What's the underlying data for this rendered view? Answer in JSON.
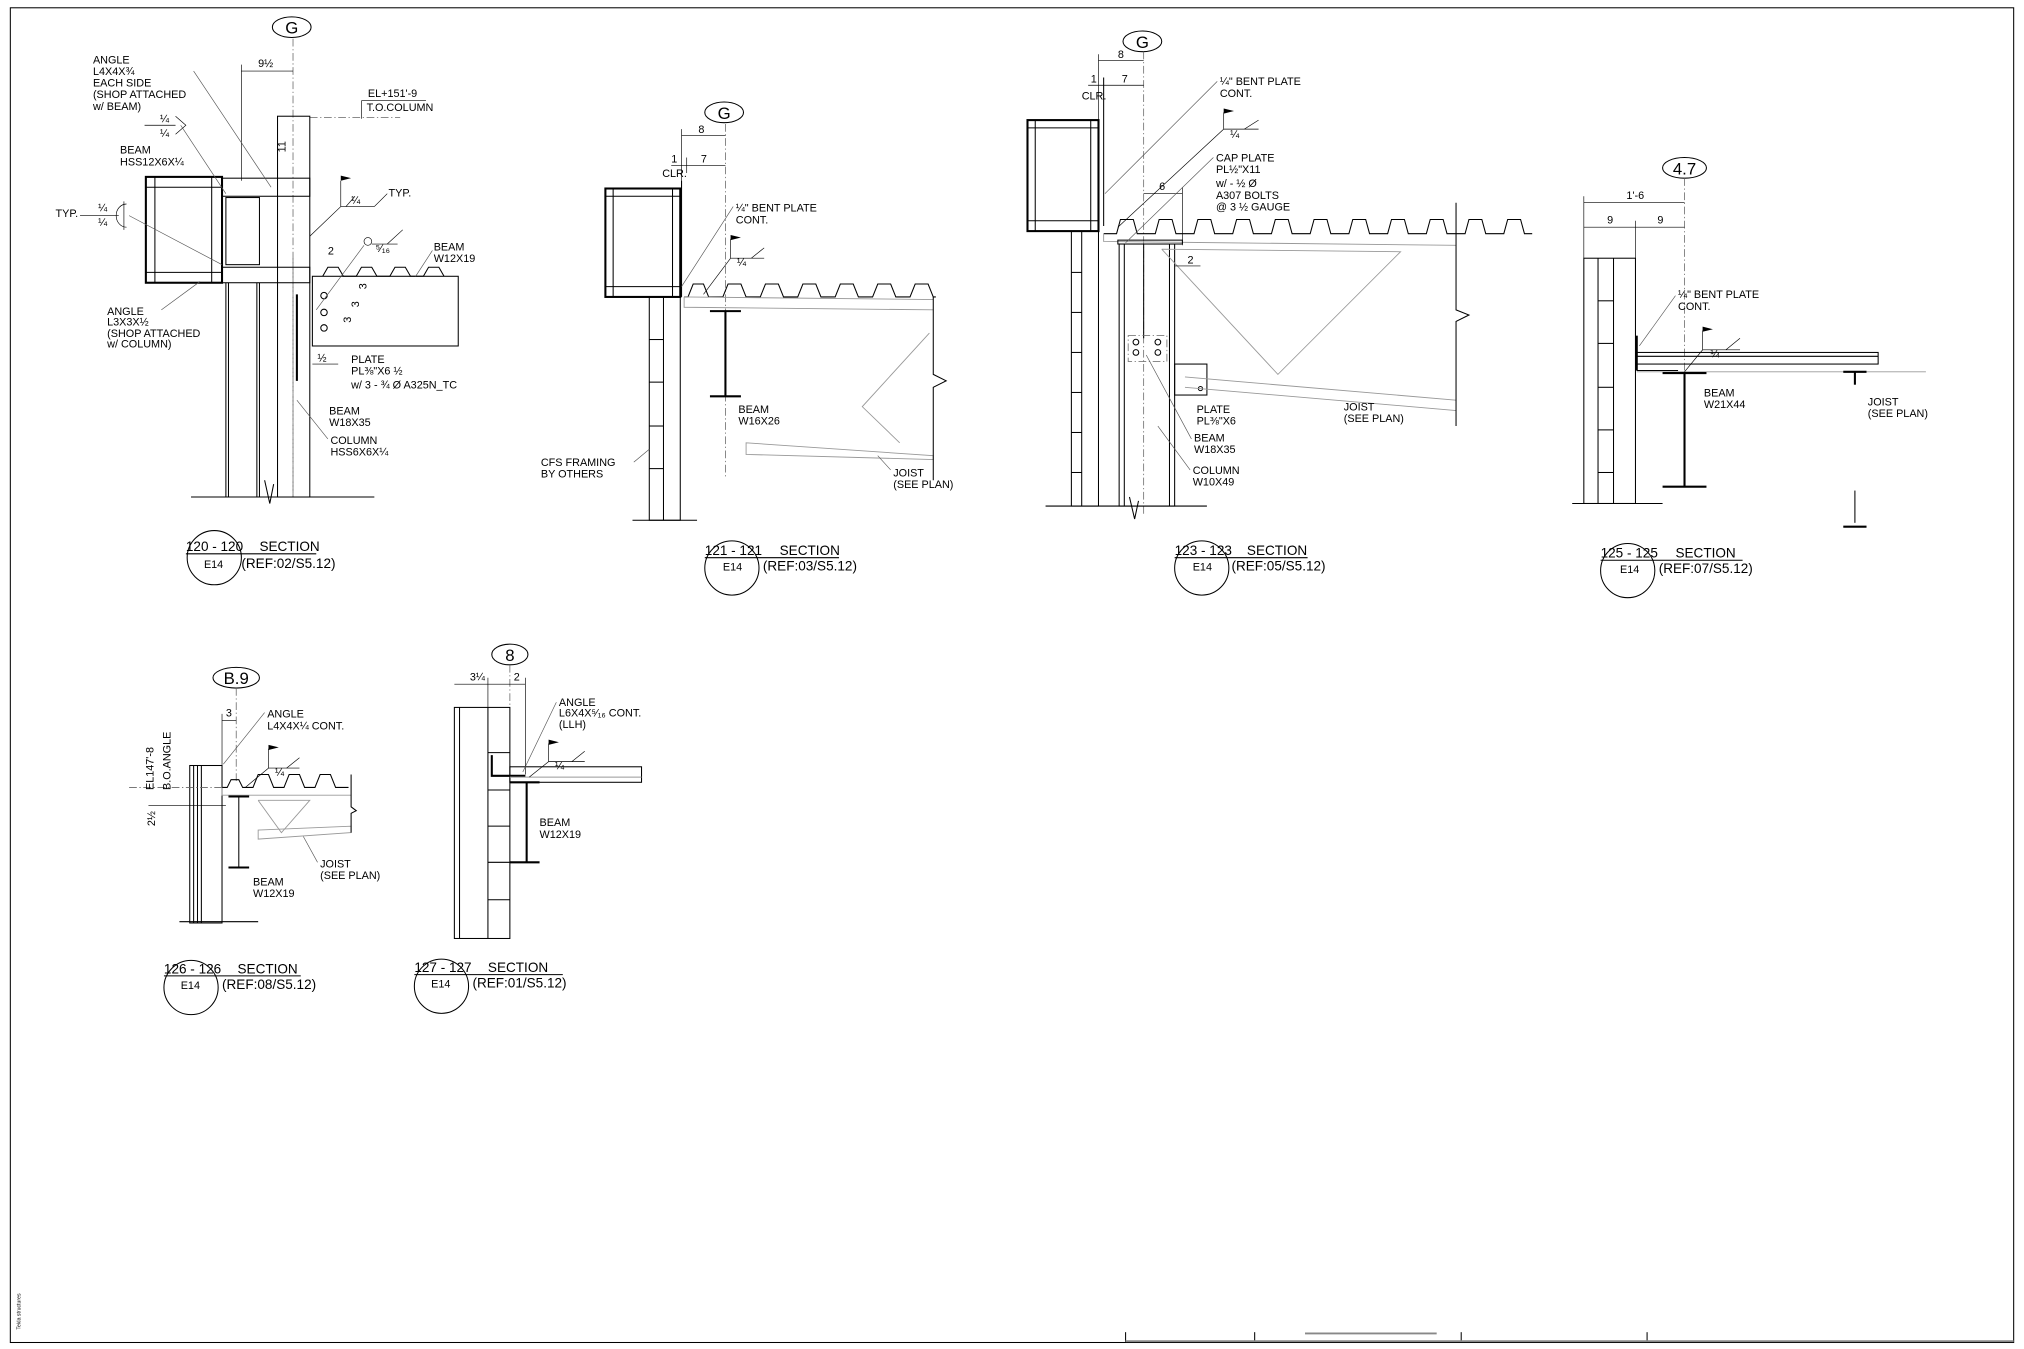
{
  "sheet": {
    "watermark": "Tekla structures"
  },
  "sections": [
    {
      "grid": "G",
      "number": "120 - 120",
      "sheet": "E14",
      "title": "SECTION",
      "ref": "(REF:02/S5.12)",
      "elevation": [
        "EL+151'-9",
        "T.O.COLUMN"
      ],
      "dims": [
        "9½",
        "11",
        "2",
        "3",
        "3",
        "3",
        "½"
      ],
      "welds": [
        "¼",
        "¼",
        "¼",
        "¼",
        "¼",
        "⁵⁄₁₆"
      ],
      "typ": [
        "TYP.",
        "TYP."
      ],
      "labels": [
        [
          "ANGLE",
          "L4X4X¾",
          "EACH SIDE",
          "(SHOP ATTACHED",
          "w/ BEAM)"
        ],
        [
          "BEAM",
          "HSS12X6X¼"
        ],
        [
          "BEAM",
          "W12X19"
        ],
        [
          "ANGLE",
          "L3X3X½",
          "(SHOP ATTACHED",
          "w/ COLUMN)"
        ],
        [
          "PLATE",
          "PL⅜\"X6 ½",
          "w/ 3 - ¾ Ø  A325N_TC"
        ],
        [
          "BEAM",
          "W18X35"
        ],
        [
          "COLUMN",
          "HSS6X6X¼"
        ]
      ]
    },
    {
      "grid": "G",
      "number": "121 - 121",
      "sheet": "E14",
      "title": "SECTION",
      "ref": "(REF:03/S5.12)",
      "dims": [
        "8",
        "1",
        "7",
        "CLR."
      ],
      "welds": [
        "¼"
      ],
      "labels": [
        [
          "¼\" BENT PLATE",
          "CONT."
        ],
        [
          "BEAM",
          "W16X26"
        ],
        [
          "CFS FRAMING",
          "BY OTHERS"
        ],
        [
          "JOIST",
          "(SEE PLAN)"
        ]
      ]
    },
    {
      "grid": "G",
      "number": "123 - 123",
      "sheet": "E14",
      "title": "SECTION",
      "ref": "(REF:05/S5.12)",
      "dims": [
        "8",
        "1",
        "7",
        "CLR.",
        "6",
        "2"
      ],
      "welds": [
        "¼"
      ],
      "labels": [
        [
          "¼\" BENT PLATE",
          "CONT."
        ],
        [
          "CAP PLATE",
          "PL½\"X11",
          "w/ - ½ Ø",
          "A307 BOLTS",
          "@ 3 ½ GAUGE"
        ],
        [
          "PLATE",
          "PL⅜\"X6"
        ],
        [
          "BEAM",
          "W18X35"
        ],
        [
          "COLUMN",
          "W10X49"
        ],
        [
          "JOIST",
          "(SEE PLAN)"
        ]
      ]
    },
    {
      "grid": "4.7",
      "number": "125 - 125",
      "sheet": "E14",
      "title": "SECTION",
      "ref": "(REF:07/S5.12)",
      "dims": [
        "1'-6",
        "9",
        "9"
      ],
      "welds": [
        "¼"
      ],
      "labels": [
        [
          "¼\" BENT PLATE",
          "CONT."
        ],
        [
          "BEAM",
          "W21X44"
        ],
        [
          "JOIST",
          "(SEE PLAN)"
        ]
      ]
    },
    {
      "grid": "B.9",
      "number": "126 - 126",
      "sheet": "E14",
      "title": "SECTION",
      "ref": "(REF:08/S5.12)",
      "elevation": [
        "EL147'-8",
        "B.O.ANGLE"
      ],
      "dims": [
        "3",
        "2½"
      ],
      "welds": [
        "¼"
      ],
      "labels": [
        [
          "ANGLE",
          "L4X4X¼ CONT."
        ],
        [
          "JOIST",
          "(SEE PLAN)"
        ],
        [
          "BEAM",
          "W12X19"
        ]
      ]
    },
    {
      "grid": "8",
      "number": "127 - 127",
      "sheet": "E14",
      "title": "SECTION",
      "ref": "(REF:01/S5.12)",
      "dims": [
        "3¼",
        "2"
      ],
      "welds": [
        "¼"
      ],
      "labels": [
        [
          "ANGLE",
          "L6X4X⁵⁄₁₆ CONT.",
          "(LLH)"
        ],
        [
          "BEAM",
          "W12X19"
        ]
      ]
    }
  ]
}
